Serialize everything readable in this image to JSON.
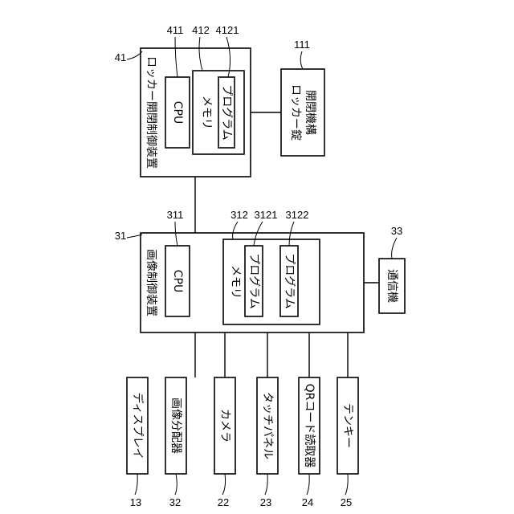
{
  "diagram": {
    "locker_controller": {
      "ref": "41",
      "label": "ロッカー開閉制御装置"
    },
    "locker_cpu": {
      "ref": "411",
      "label": "CPU"
    },
    "locker_memory": {
      "ref": "412",
      "label": "メモリ"
    },
    "locker_program": {
      "ref": "4121",
      "label": "プログラム"
    },
    "lock_mechanism": {
      "ref": "111",
      "label_line1": "ロッカー錠",
      "label_line2": "開閉機構"
    },
    "image_controller": {
      "ref": "31",
      "label": "画像制御装置"
    },
    "image_cpu": {
      "ref": "311",
      "label": "CPU"
    },
    "image_memory": {
      "ref": "312",
      "label": "メモリ"
    },
    "image_program_1": {
      "ref": "3121",
      "label": "プログラム"
    },
    "image_program_2": {
      "ref": "3122",
      "label": "プログラム"
    },
    "communicator": {
      "ref": "33",
      "label": "通信機"
    },
    "display": {
      "ref": "13",
      "label": "ディスプレイ"
    },
    "distributor": {
      "ref": "32",
      "label": "画像分配器"
    },
    "camera": {
      "ref": "22",
      "label": "カメラ"
    },
    "touch_panel": {
      "ref": "23",
      "label": "タッチパネル"
    },
    "qr_reader": {
      "ref": "24",
      "label": "QRコード読取器"
    },
    "tenkey": {
      "ref": "25",
      "label": "テンキー"
    }
  }
}
